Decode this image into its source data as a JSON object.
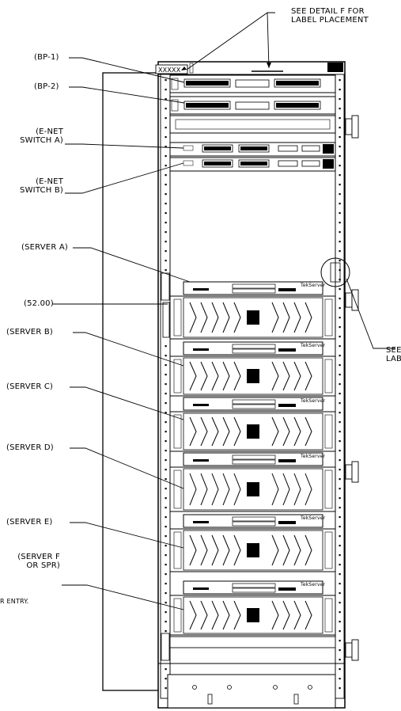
{
  "labels": {
    "detail_f": [
      "SEE DETAIL F FOR",
      "LABEL PLACEMENT"
    ],
    "detail_right": [
      "SEE",
      "LAB"
    ],
    "xxxxx": "XXXXX",
    "bp1": "(BP-1)",
    "bp2": "(BP-2)",
    "enet_a": [
      "(E-NET",
      "SWITCH A)"
    ],
    "enet_b": [
      "(E-NET",
      "SWITCH B)"
    ],
    "server_a": "(SERVER A)",
    "dim_52": "(52.00)",
    "server_b": "(SERVER B)",
    "server_c": "(SERVER C)",
    "server_d": "(SERVER D)",
    "server_e": "(SERVER E)",
    "server_f": [
      "(SERVER F",
      "OR SPR)"
    ],
    "entry": "R ENTRY.",
    "server_brand": "TekServer"
  }
}
